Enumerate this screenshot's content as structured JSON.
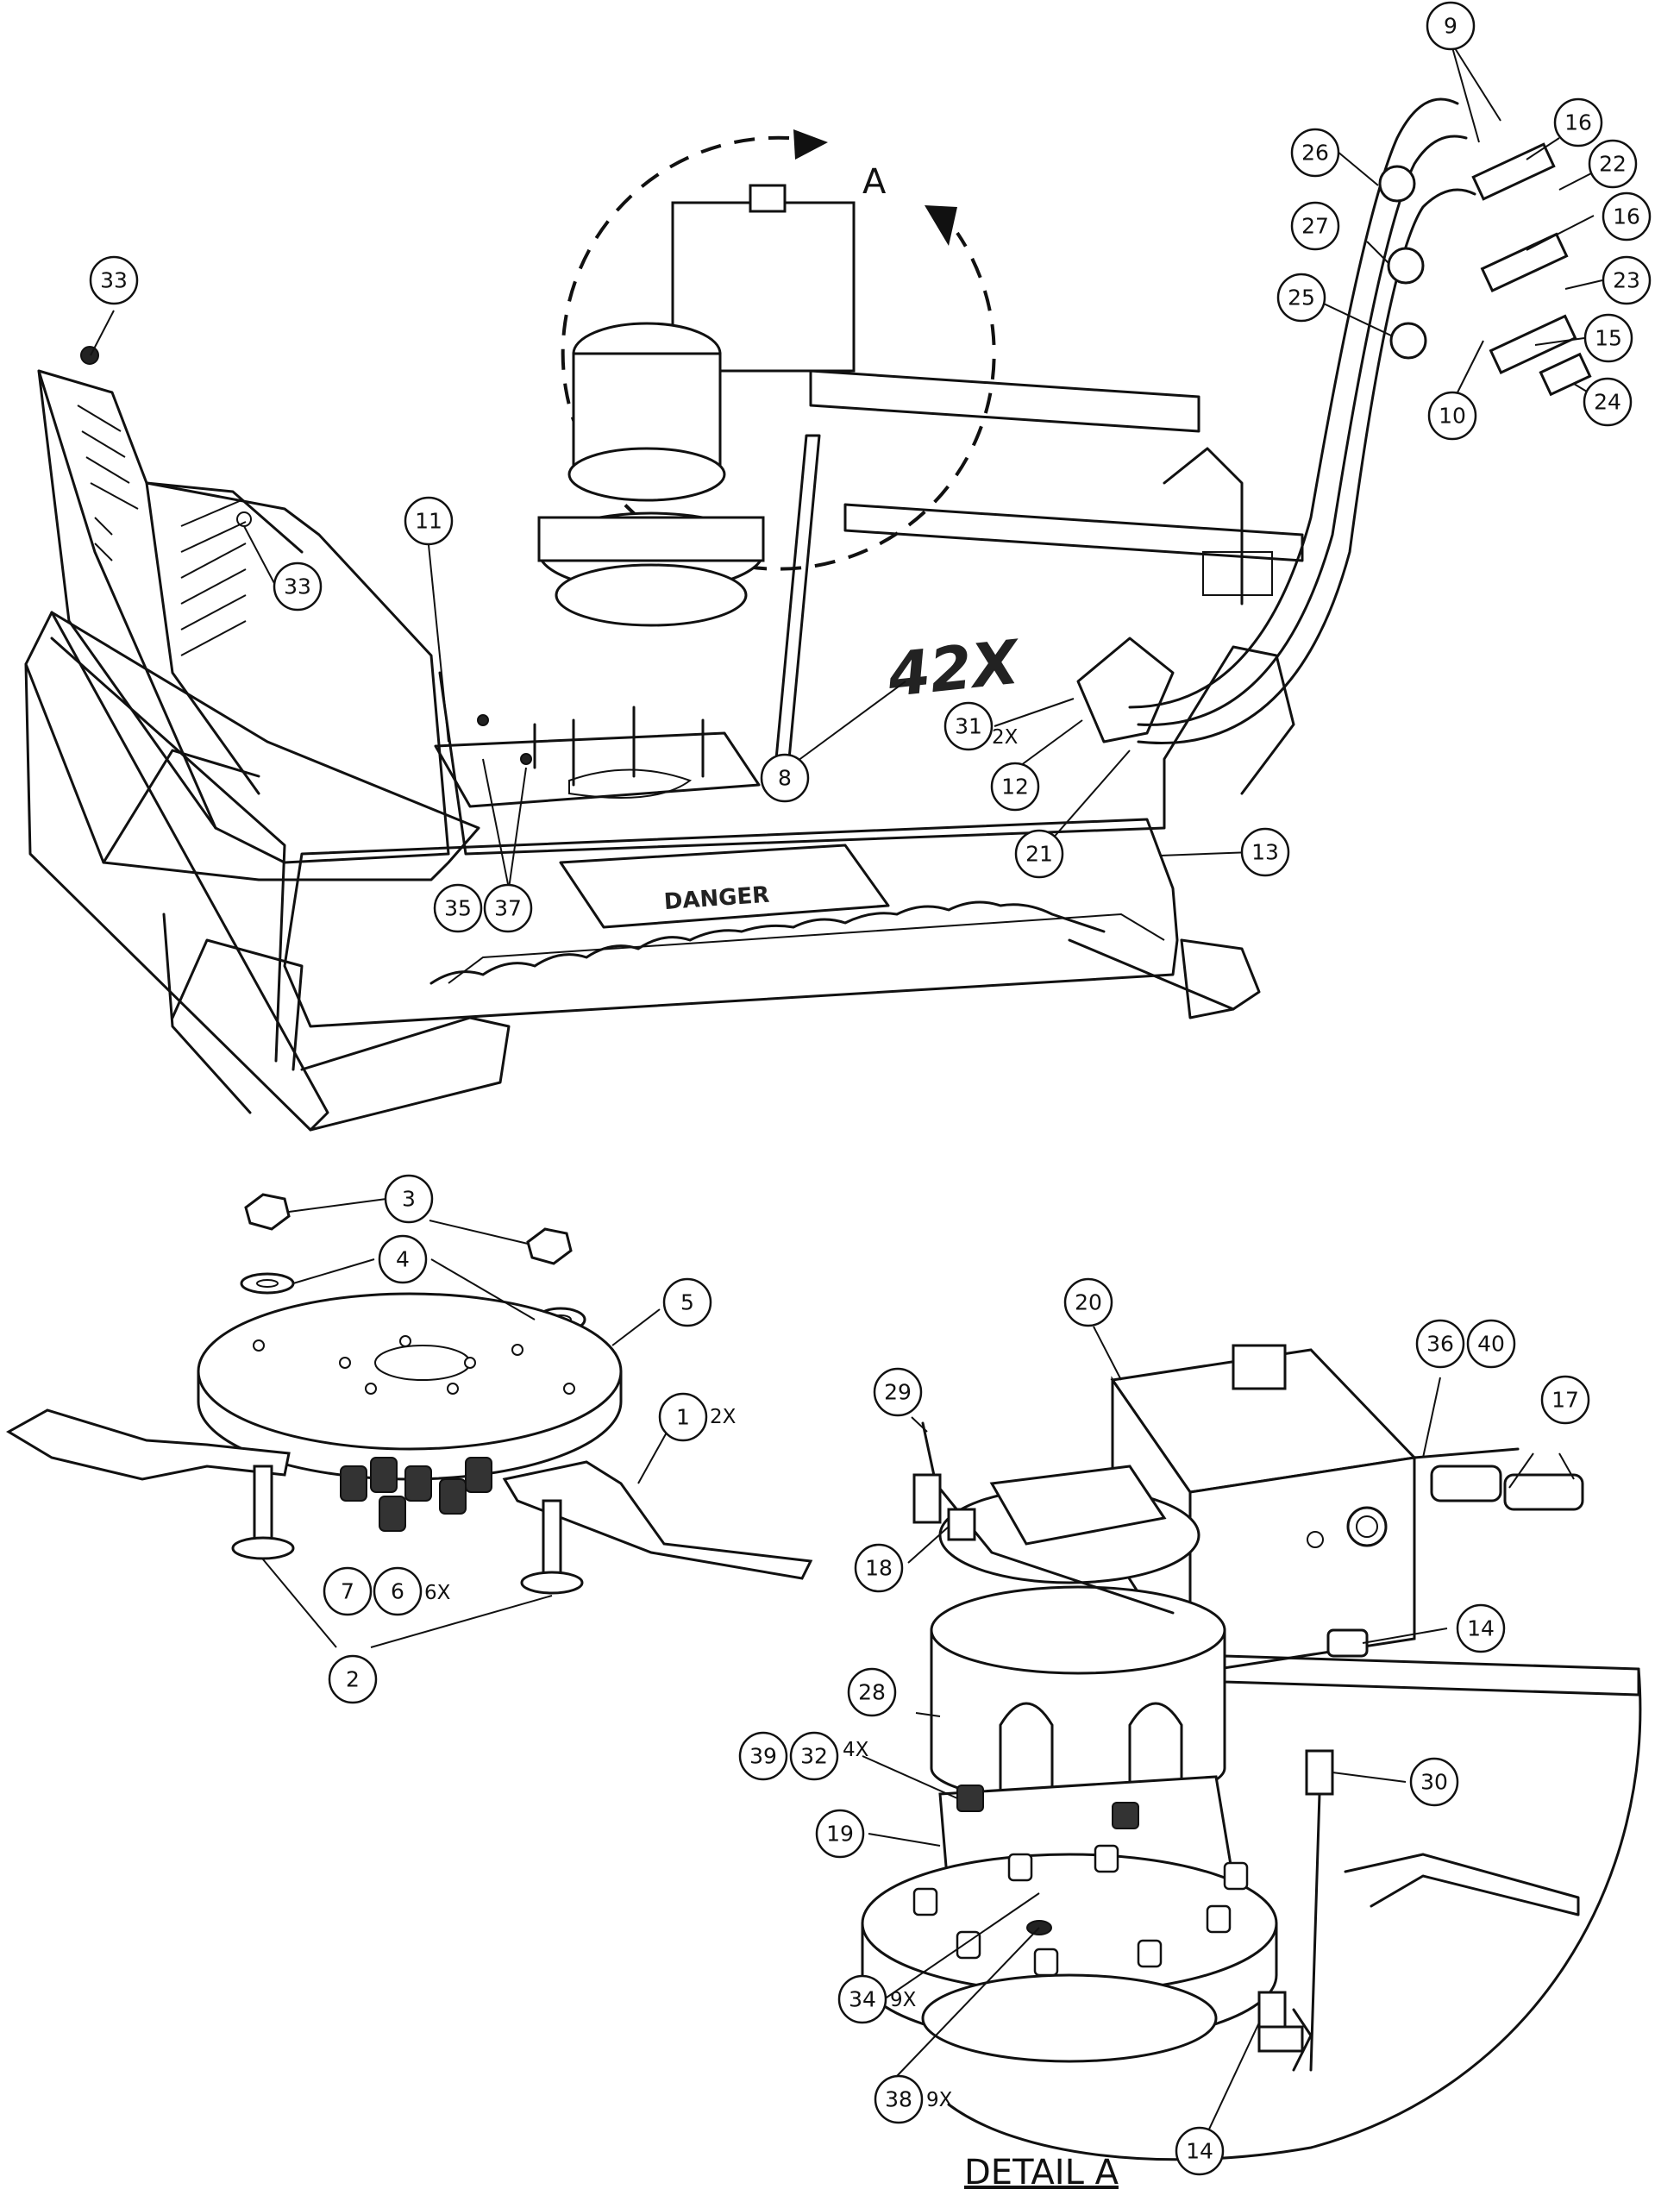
{
  "view_label": "A",
  "detail_title": "DETAIL  A",
  "decals": {
    "model": "42X",
    "warning": "DANGER"
  },
  "balloons": [
    {
      "id": "b9",
      "text": "9"
    },
    {
      "id": "b16a",
      "text": "16"
    },
    {
      "id": "b22",
      "text": "22"
    },
    {
      "id": "b26",
      "text": "26"
    },
    {
      "id": "b16b",
      "text": "16"
    },
    {
      "id": "b27",
      "text": "27"
    },
    {
      "id": "b23",
      "text": "23"
    },
    {
      "id": "b25",
      "text": "25"
    },
    {
      "id": "b15",
      "text": "15"
    },
    {
      "id": "b10",
      "text": "10"
    },
    {
      "id": "b24",
      "text": "24"
    },
    {
      "id": "b33a",
      "text": "33"
    },
    {
      "id": "b33b",
      "text": "33"
    },
    {
      "id": "b11",
      "text": "11"
    },
    {
      "id": "b31",
      "text": "31"
    },
    {
      "id": "b8",
      "text": "8"
    },
    {
      "id": "b12",
      "text": "12"
    },
    {
      "id": "b21",
      "text": "21"
    },
    {
      "id": "b13",
      "text": "13"
    },
    {
      "id": "b35",
      "text": "35"
    },
    {
      "id": "b37",
      "text": "37"
    },
    {
      "id": "b3",
      "text": "3"
    },
    {
      "id": "b4",
      "text": "4"
    },
    {
      "id": "b5",
      "text": "5"
    },
    {
      "id": "b1",
      "text": "1"
    },
    {
      "id": "b7",
      "text": "7"
    },
    {
      "id": "b6",
      "text": "6"
    },
    {
      "id": "b2",
      "text": "2"
    },
    {
      "id": "b20",
      "text": "20"
    },
    {
      "id": "b36",
      "text": "36"
    },
    {
      "id": "b40",
      "text": "40"
    },
    {
      "id": "b17",
      "text": "17"
    },
    {
      "id": "b29",
      "text": "29"
    },
    {
      "id": "b18",
      "text": "18"
    },
    {
      "id": "b14a",
      "text": "14"
    },
    {
      "id": "b28",
      "text": "28"
    },
    {
      "id": "b39",
      "text": "39"
    },
    {
      "id": "b32",
      "text": "32"
    },
    {
      "id": "b30",
      "text": "30"
    },
    {
      "id": "b19",
      "text": "19"
    },
    {
      "id": "b34",
      "text": "34"
    },
    {
      "id": "b38",
      "text": "38"
    },
    {
      "id": "b14b",
      "text": "14"
    }
  ],
  "quantities": {
    "q31": "2X",
    "q1": "2X",
    "q6": "6X",
    "q32": "4X",
    "q34": "9X",
    "q38": "9X"
  }
}
